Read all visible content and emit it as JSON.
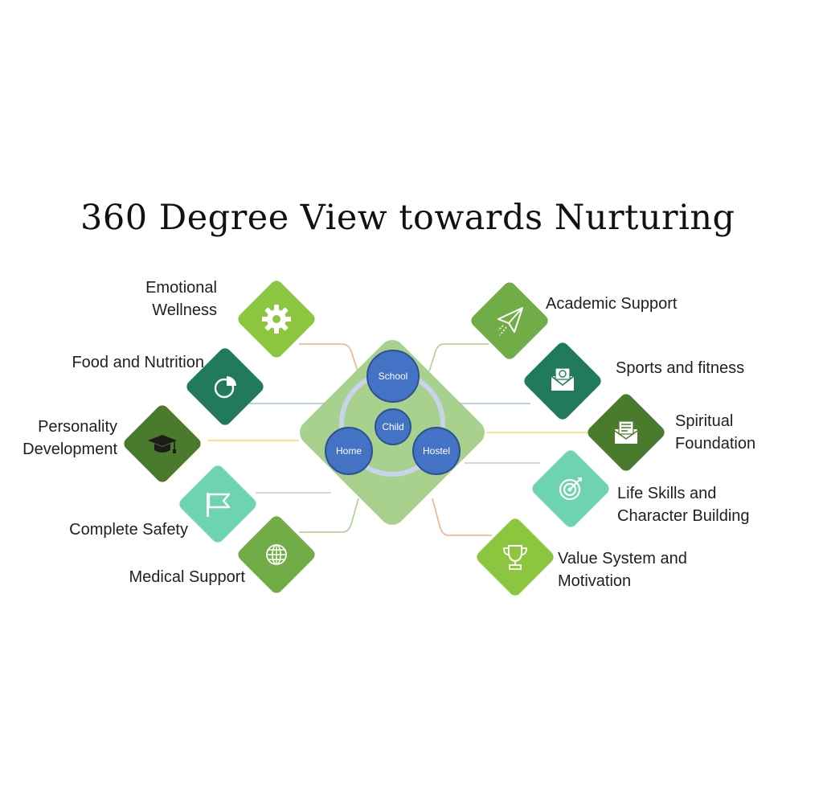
{
  "title": "360 Degree View towards Nurturing",
  "colors": {
    "light_green": "#8cc63f",
    "teal_green": "#217a5b",
    "dark_green": "#4a7a2c",
    "mint": "#6dd3b0",
    "mid_green": "#70ad47",
    "center_tile": "#a9d18e",
    "circle_blue": "#4472c4"
  },
  "center": {
    "hub": "Child",
    "nodes": [
      "School",
      "Home",
      "Hostel"
    ]
  },
  "left_items": [
    {
      "lines": [
        "Emotional",
        "Wellness"
      ],
      "icon": "gear-icon"
    },
    {
      "lines": [
        "Food and Nutrition"
      ],
      "icon": "pie-chart-icon"
    },
    {
      "lines": [
        "Personality",
        "Development"
      ],
      "icon": "graduation-cap-icon"
    },
    {
      "lines": [
        "Complete Safety"
      ],
      "icon": "flag-icon"
    },
    {
      "lines": [
        "Medical Support"
      ],
      "icon": "globe-icon"
    }
  ],
  "right_items": [
    {
      "lines": [
        "Academic Support"
      ],
      "icon": "paper-plane-icon"
    },
    {
      "lines": [
        "Sports and fitness"
      ],
      "icon": "email-icon"
    },
    {
      "lines": [
        "Spiritual",
        "Foundation"
      ],
      "icon": "open-envelope-icon"
    },
    {
      "lines": [
        "Life Skills and",
        "Character Building"
      ],
      "icon": "target-icon"
    },
    {
      "lines": [
        "Value System and",
        "Motivation"
      ],
      "icon": "trophy-icon"
    }
  ]
}
